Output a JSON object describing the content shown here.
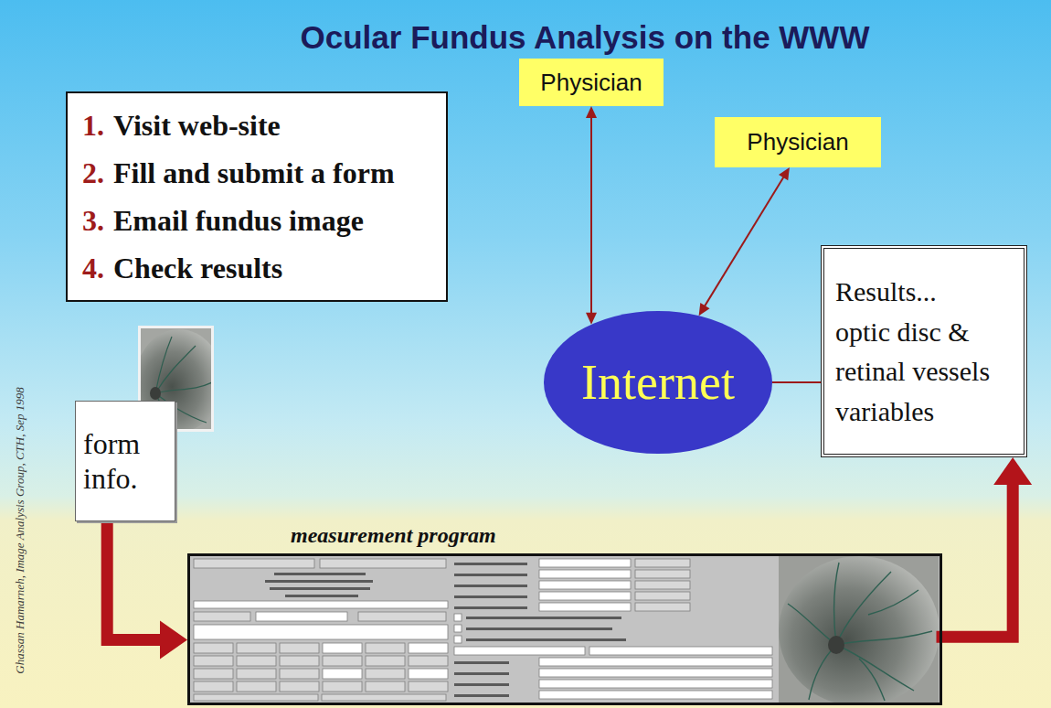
{
  "diagram": {
    "title": "Ocular Fundus Analysis on the WWW",
    "nodes": [
      {
        "text": [
          "1.",
          "Visit web-site",
          "2.",
          "Fill and submit a form",
          "3.",
          "Email fundus image",
          "4.",
          "Check results"
        ]
      },
      {
        "text": [
          "Physician"
        ]
      },
      {
        "text": [
          "Physician"
        ]
      },
      {
        "text": [
          "Internet"
        ]
      },
      {
        "text": [
          "Results... optic disc & retinal vessels variables"
        ]
      },
      {
        "text": [
          "form info."
        ]
      },
      {
        "text": [
          "measurement program"
        ]
      }
    ],
    "edges": [
      {
        "from": 1,
        "to": 3,
        "arrow": "both"
      },
      {
        "from": 2,
        "to": 3,
        "arrow": "both"
      },
      {
        "from": 3,
        "to": 4,
        "arrow": "none"
      },
      {
        "from": 5,
        "to": 6,
        "arrow": "to"
      },
      {
        "from": 6,
        "to": 4,
        "arrow": "to"
      }
    ],
    "labels": [
      "Ghassan Hamarneh, Image Analysis Group, CTH, Sep 1998"
    ]
  }
}
